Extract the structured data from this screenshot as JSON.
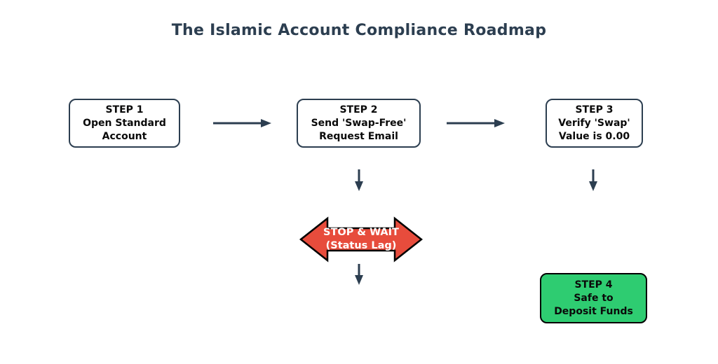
{
  "title": "The Islamic Account Compliance Roadmap",
  "steps": [
    {
      "id": "step-1",
      "line1": "STEP 1",
      "line2": "Open Standard",
      "line3": "Account"
    },
    {
      "id": "step-2",
      "line1": "STEP 2",
      "line2": "Send 'Swap-Free'",
      "line3": "Request Email"
    },
    {
      "id": "step-3",
      "line1": "STEP 3",
      "line2": "Verify 'Swap'",
      "line3": "Value is 0.00"
    },
    {
      "id": "step-4",
      "line1": "STEP 4",
      "line2": "Safe to",
      "line3": "Deposit Funds"
    }
  ],
  "stop_sign": {
    "line1": "STOP & WAIT",
    "line2": "(Status Lag)"
  },
  "colors": {
    "title_and_arrows": "#2c3e50",
    "step_box_border": "#2c3e50",
    "step_box_fill": "#ffffff",
    "step_box_text": "#0a0a0a",
    "stop_fill": "#e74c3c",
    "stop_outline": "#000000",
    "stop_text": "#ffffff",
    "safe_fill": "#2ecc71",
    "safe_outline": "#000000",
    "background": "#ffffff"
  }
}
